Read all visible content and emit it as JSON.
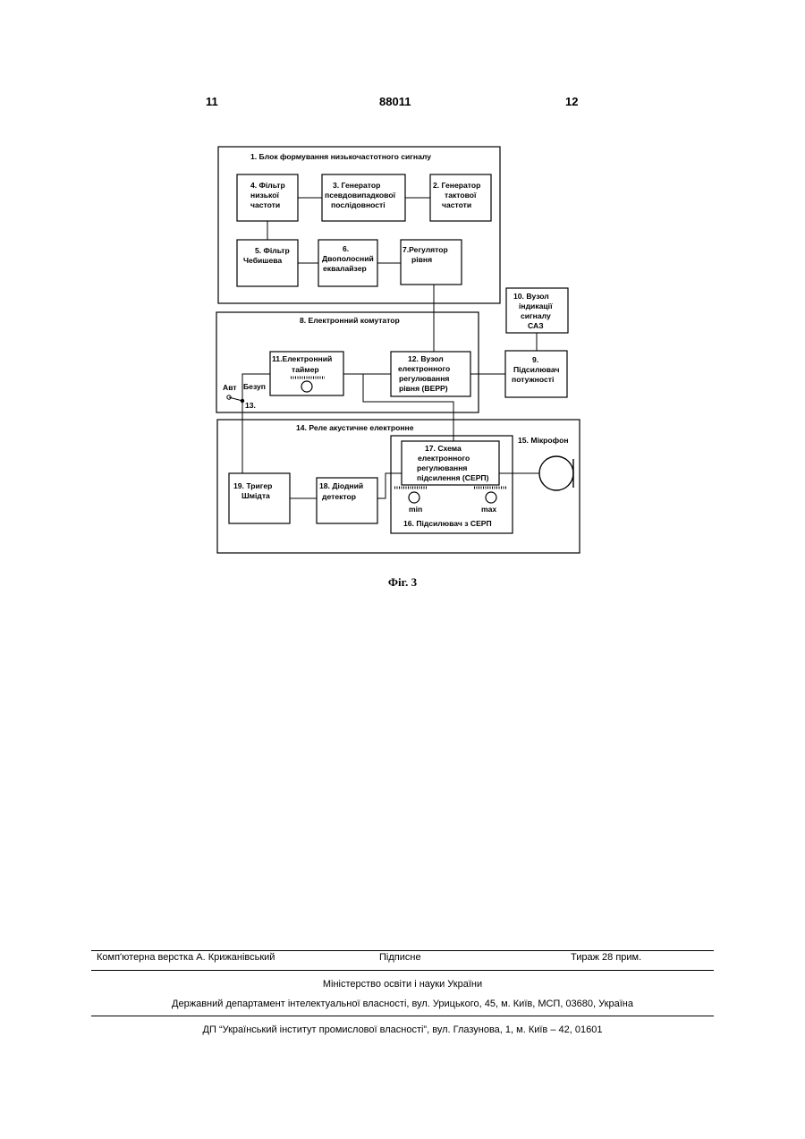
{
  "header": {
    "page_left": "11",
    "doc_number": "88011",
    "page_right": "12"
  },
  "figure": {
    "caption": "Фіг. 3",
    "block1": {
      "title": "1. Блок формування низькочастотного сигналу"
    },
    "b4": {
      "l1": "4. Фільтр",
      "l2": "низької",
      "l3": "частоти"
    },
    "b3": {
      "l1": "3. Генератор",
      "l2": "псевдовипадкової",
      "l3": "послідовності"
    },
    "b2": {
      "l1": "2. Генератор",
      "l2": "тактової",
      "l3": "частоти"
    },
    "b5": {
      "l1": "5. Фільтр",
      "l2": "Чебишева"
    },
    "b6": {
      "l1": "6.",
      "l2": "Двополосний",
      "l3": "еквалайзер"
    },
    "b7": {
      "l1": "7.Регулятор",
      "l2": "рівня"
    },
    "b10": {
      "l1": "10. Вузол",
      "l2": "індикації",
      "l3": "сигналу",
      "l4": "САЗ"
    },
    "block8": {
      "title": "8. Електронний комутатор"
    },
    "b11": {
      "l1": "11.Електронний",
      "l2": "таймер"
    },
    "b12": {
      "l1": "12. Вузол",
      "l2": "електронного",
      "l3": "регулювання",
      "l4": "рівня (ВЕРР)"
    },
    "b9": {
      "l1": "9.",
      "l2": "Підсилювач",
      "l3": "потужності"
    },
    "switch": {
      "left": "Авт",
      "right": "Безуп",
      "num": "13."
    },
    "block14": {
      "title": "14. Реле акустичне електронне"
    },
    "b15": {
      "label": "15. Мікрофон"
    },
    "b17": {
      "l1": "17. Схема",
      "l2": "електронного",
      "l3": "регулювання",
      "l4": "підсилення (СЕРП)"
    },
    "b16": {
      "label": "16. Підсилювач з СЕРП",
      "min": "min",
      "max": "max"
    },
    "b19": {
      "l1": "19. Тригер",
      "l2": "Шмідта"
    },
    "b18": {
      "l1": "18. Діодний",
      "l2": "детектор"
    }
  },
  "footer": {
    "layout": "Комп'ютерна верстка А. Крижанівський",
    "signed": "Підписне",
    "copies": "Тираж 28 прим.",
    "ministry": "Міністерство освіти і науки України",
    "department": "Державний департамент інтелектуальної власності, вул. Урицького, 45, м. Київ, МСП, 03680, Україна",
    "institute": "ДП “Український інститут промислової власності”, вул. Глазунова, 1, м. Київ – 42, 01601"
  }
}
